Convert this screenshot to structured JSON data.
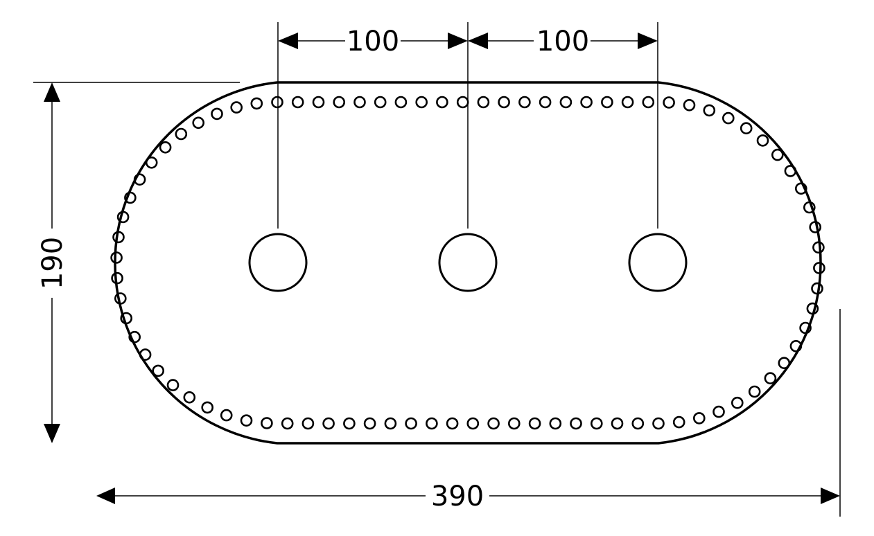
{
  "dimensions": {
    "spacing_left": "100",
    "spacing_right": "100",
    "height": "190",
    "width": "390"
  },
  "plate": {
    "holes": 3,
    "edge_dots": 86
  },
  "colors": {
    "line": "#000000",
    "background": "#ffffff"
  }
}
